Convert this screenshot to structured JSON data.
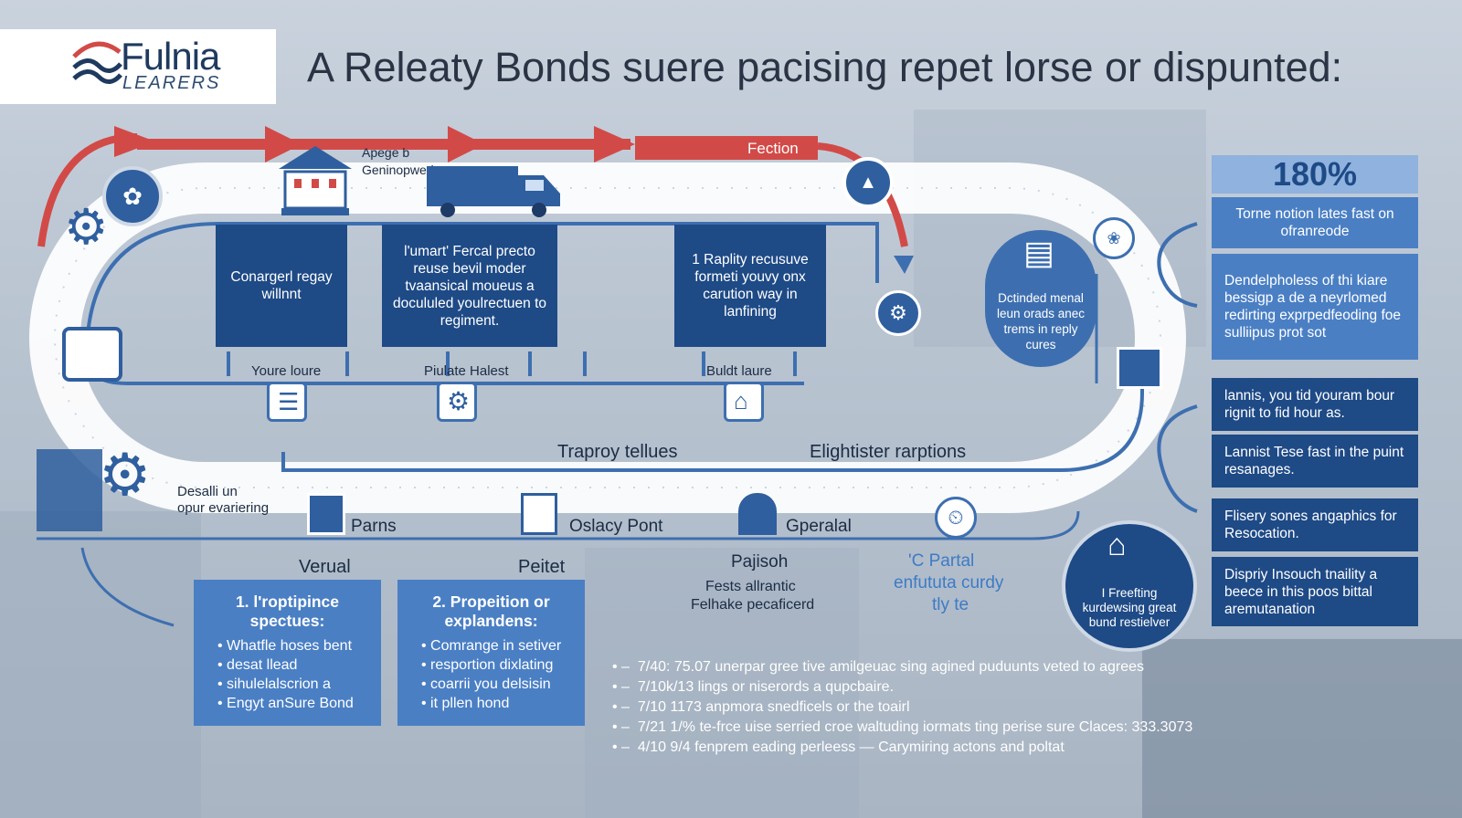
{
  "logo": {
    "name": "Fulnia",
    "subtitle": "LEARERS"
  },
  "title": "A Releaty Bonds suere pacising repet lorse or dispunted:",
  "top": {
    "apege_label": "Apege b",
    "gen_label": "Geninopwed",
    "fection_label": "Fection"
  },
  "boxes": [
    {
      "text": "Conargerl regay willnnt"
    },
    {
      "text": "l'umart' Fercal precto reuse bevil moder tvaansical moueus a docululed youlrectuen to regiment."
    },
    {
      "text": "1 Raplity recusuve formeti youvy onx carution way in lanfining"
    }
  ],
  "under_labels": [
    "Youre loure",
    "Piulate Halest",
    "Buldt laure"
  ],
  "mid_labels": {
    "left": "Traproy tellues",
    "right": "Elightister rarptions"
  },
  "circle_text": "Dctinded menal leun orads anec trems in reply cures",
  "desalli": {
    "line1": "Desalli un",
    "line2": "opur evariering"
  },
  "row_labels": [
    "Parns",
    "Oslacy Pont",
    "Gperalal"
  ],
  "sub_labels": {
    "a": "Verual",
    "b": "Peitet",
    "c": "Pajisoh"
  },
  "fests": {
    "line1": "Fests allrantic",
    "line2": "Felhake pecaficerd"
  },
  "partal": {
    "line1": "'C Partal",
    "line2": "enfututa curdy",
    "line3": "tly te"
  },
  "circle2_text": "I Freefting kurdewsing great bund restielver",
  "left_boxes": [
    {
      "title": "1. l'roptipince spectues:",
      "items": [
        "Whatfle hoses bent",
        "desat llead",
        "sihulelalscrion a",
        "Engyt anSure Bond"
      ]
    },
    {
      "title": "2. Propeition or explandens:",
      "items": [
        "Comrange in setiver",
        "resportion dixlating",
        "coarrii you delsisin",
        "it pllen hond"
      ]
    }
  ],
  "stats": [
    "7/40: 75.07 unerpar gree tive amilgeuac sing agined puduunts veted to agrees",
    "7/10k/13 lings or niserords a qupcbaire.",
    "7/10 1173 anpmora snedficels or the toairl",
    "7/21 1/% te-frce uise serried croe waltuding iormats ting perise sure Claces: 333.3073",
    "4/10 9/4 fenprem eading perleess — Carymiring actons and poltat"
  ],
  "right_panel": {
    "stat": "180%",
    "items": [
      "Torne notion lates fast on ofranreode",
      "Dendelpholess of thi kiare bessigp a de a neyrlomed redirting exprpedfeoding foe sulliipus prot sot",
      "lannis, you tid youram bour rignit to fid hour as.",
      "Lannist Tese fast in the puint resanages.",
      "Flisery sones angaphics for Resocation.",
      "Dispriy Insouch tnaility a beece in this poos bittal aremutanation"
    ]
  },
  "colors": {
    "navy": "#1e4a86",
    "mid_blue": "#2f5f9e",
    "light_blue": "#4a7fc4",
    "red": "#d24a47",
    "track": "#ffffff"
  }
}
